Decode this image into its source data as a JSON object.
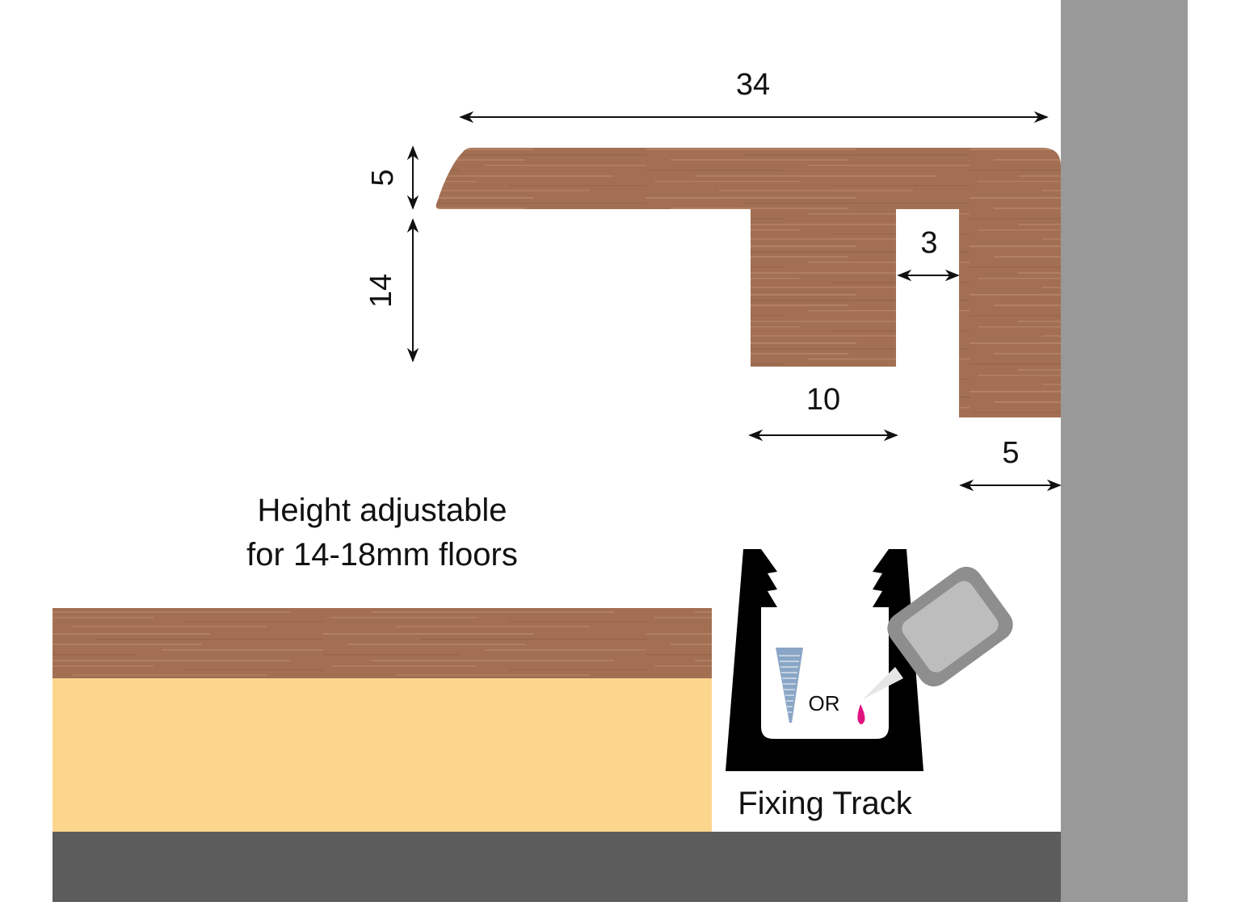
{
  "title": "Stair nosing / end profile with fixing track — cross-section",
  "colors": {
    "background": "#ffffff",
    "wood": "#a26f53",
    "wood_grain_light": "#bb8a6c",
    "wood_grain_dark": "#94634a",
    "underlay": "#fdd68e",
    "subfloor": "#5c5c5c",
    "wall": "#999999",
    "track": "#000000",
    "screw": "#8aa6c6",
    "glue_bottle_outer": "#8e8e8e",
    "glue_bottle_inner": "#bdbdbd",
    "glue_drop": "#e0147f",
    "dimension_line": "#111111"
  },
  "dimensions": {
    "overall_width": "34",
    "top_thickness": "5",
    "leg_height": "14",
    "slot_width": "3",
    "inner_leg_width": "10",
    "outer_leg_width": "5"
  },
  "captions": {
    "height_line1": "Height adjustable",
    "height_line2": "for 14-18mm floors",
    "fixing_track": "Fixing Track",
    "or_label": "OR"
  },
  "parts": {
    "profile": "Wood-effect end profile",
    "floor_board": "Wood floor board",
    "underlay": "Underlay",
    "subfloor": "Subfloor",
    "wall": "Wall",
    "track": "Fixing track",
    "screw": "screw-icon",
    "glue": "glue-bottle-icon"
  }
}
